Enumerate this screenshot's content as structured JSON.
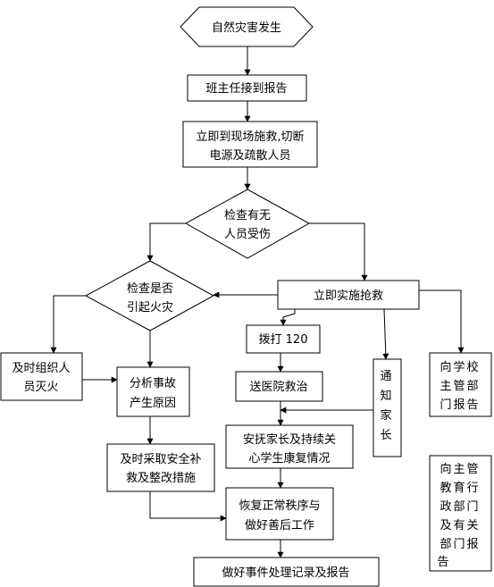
{
  "nodes": {
    "start": "自然灾害发生",
    "report_teacher": "班主任接到报告",
    "rescue_line1": "立即到现场施救,切断",
    "rescue_line2": "电源及疏散人员",
    "check_injury_line1": "检查有无",
    "check_injury_line2": "人员受伤",
    "check_fire_line1": "检查是否",
    "check_fire_line2": "引起火灾",
    "immediate_rescue": "立即实施抢救",
    "organize_fire_line1": "及时组织人",
    "organize_fire_line2": "员灭火",
    "analyze_line1": "分析事故",
    "analyze_line2": "产生原因",
    "call_120": "拨打 120",
    "hospital": "送医院救治",
    "notify_parents": [
      "通",
      "知",
      "家",
      "长"
    ],
    "report_school_line1": "向学校",
    "report_school_line2": "主管部",
    "report_school_line3": "门报告",
    "safety_measures_line1": "及时采取安全补",
    "safety_measures_line2": "救及整改措施",
    "comfort_line1": "安抚家长及持续关",
    "comfort_line2": "心学生康复情况",
    "restore_line1": "恢复正常秩序与",
    "restore_line2": "做好善后工作",
    "report_edu_lines": [
      "向主管",
      "教育行",
      "政部门",
      "及有关",
      "部门报",
      "告"
    ],
    "final_record": "做好事件处理记录及报告"
  }
}
